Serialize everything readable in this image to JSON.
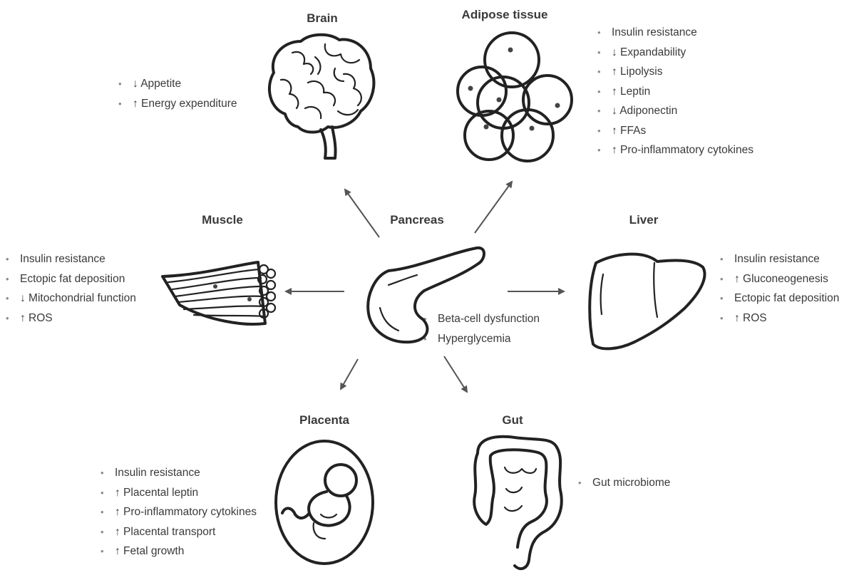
{
  "organs": {
    "brain": {
      "title": "Brain",
      "items": [
        "↓ Appetite",
        "↑ Energy expenditure"
      ]
    },
    "adipose": {
      "title": "Adipose tissue",
      "items": [
        "Insulin resistance",
        "↓ Expandability",
        "↑ Lipolysis",
        "↑ Leptin",
        "↓ Adiponectin",
        "↑ FFAs",
        "↑ Pro-inflammatory cytokines"
      ]
    },
    "muscle": {
      "title": "Muscle",
      "items": [
        "Insulin resistance",
        "Ectopic fat deposition",
        "↓ Mitochondrial function",
        "↑ ROS"
      ]
    },
    "pancreas": {
      "title": "Pancreas",
      "items": [
        "Beta-cell dysfunction",
        "Hyperglycemia"
      ]
    },
    "liver": {
      "title": "Liver",
      "items": [
        "Insulin resistance",
        "↑ Gluconeogenesis",
        "Ectopic fat deposition",
        "↑ ROS"
      ]
    },
    "placenta": {
      "title": "Placenta",
      "items": [
        "Insulin resistance",
        "↑ Placental leptin",
        "↑ Pro-inflammatory cytokines",
        "↑ Placental transport",
        "↑ Fetal growth"
      ]
    },
    "gut": {
      "title": "Gut",
      "items": [
        "Gut microbiome"
      ]
    }
  },
  "colors": {
    "stroke": "#222222",
    "text": "#3a3a3a",
    "bullet": "#8a8a8a",
    "arrow": "#555555"
  },
  "icons": [
    "brain-icon",
    "adipocytes-icon",
    "muscle-icon",
    "pancreas-icon",
    "liver-icon",
    "placenta-icon",
    "gut-icon"
  ]
}
